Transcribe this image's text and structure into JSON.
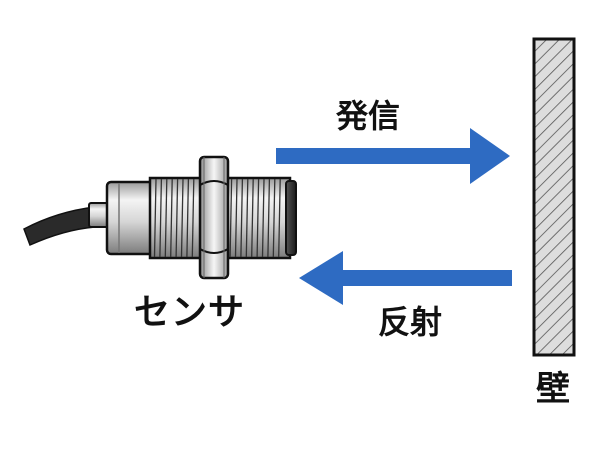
{
  "labels": {
    "send": "発信",
    "reflect": "反射",
    "sensor": "センサ",
    "wall": "壁"
  },
  "colors": {
    "arrow": "#2e6bc2",
    "outline": "#111111",
    "metal_light": "#f2f2f2",
    "metal_mid": "#cfcfcf",
    "metal_dark": "#8a8a8a",
    "cable": "#2a2a2a",
    "wall_fill": "#d9d9d9"
  },
  "icons": {
    "sensor": "proximity-sensor-icon",
    "wall": "hatched-wall-icon"
  }
}
